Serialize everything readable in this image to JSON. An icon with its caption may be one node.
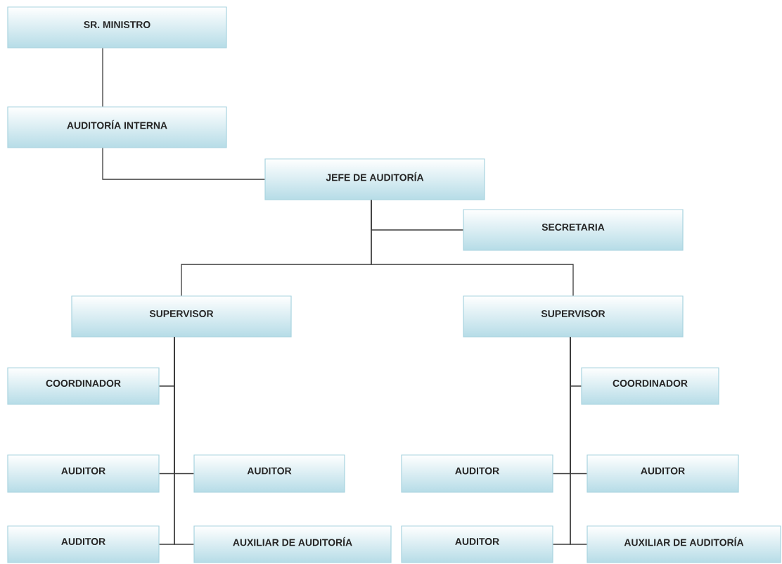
{
  "diagram": {
    "nodes": [
      {
        "text": [
          "SR. MINISTRO"
        ]
      },
      {
        "text": [
          "AUDITORÍA INTERNA"
        ]
      },
      {
        "text": [
          "JEFE DE AUDITORÍA"
        ]
      },
      {
        "text": [
          "SECRETARIA"
        ]
      },
      {
        "text": [
          "SUPERVISOR"
        ]
      },
      {
        "text": [
          "SUPERVISOR"
        ]
      },
      {
        "text": [
          "COORDINADOR"
        ]
      },
      {
        "text": [
          "AUDITOR"
        ]
      },
      {
        "text": [
          "AUDITOR"
        ]
      },
      {
        "text": [
          "AUDITOR"
        ]
      },
      {
        "text": [
          "AUXILIAR DE AUDITORÍA"
        ]
      },
      {
        "text": [
          "COORDINADOR"
        ]
      },
      {
        "text": [
          "AUDITOR"
        ]
      },
      {
        "text": [
          "AUDITOR"
        ]
      },
      {
        "text": [
          "AUDITOR"
        ]
      },
      {
        "text": [
          "AUXILIAR DE AUDITORÍA"
        ]
      }
    ],
    "edges": [
      {
        "from": 0,
        "to": 1,
        "arrow": "none"
      },
      {
        "from": 1,
        "to": 2,
        "arrow": "none"
      },
      {
        "from": 2,
        "to": 3,
        "arrow": "none"
      },
      {
        "from": 2,
        "to": 4,
        "arrow": "none"
      },
      {
        "from": 2,
        "to": 5,
        "arrow": "none"
      },
      {
        "from": 4,
        "to": 6,
        "arrow": "none"
      },
      {
        "from": 4,
        "to": 7,
        "arrow": "none"
      },
      {
        "from": 4,
        "to": 8,
        "arrow": "none"
      },
      {
        "from": 4,
        "to": 9,
        "arrow": "none"
      },
      {
        "from": 4,
        "to": 10,
        "arrow": "none"
      },
      {
        "from": 5,
        "to": 11,
        "arrow": "none"
      },
      {
        "from": 5,
        "to": 12,
        "arrow": "none"
      },
      {
        "from": 5,
        "to": 13,
        "arrow": "none"
      },
      {
        "from": 5,
        "to": 14,
        "arrow": "none"
      },
      {
        "from": 5,
        "to": 15,
        "arrow": "none"
      }
    ]
  }
}
